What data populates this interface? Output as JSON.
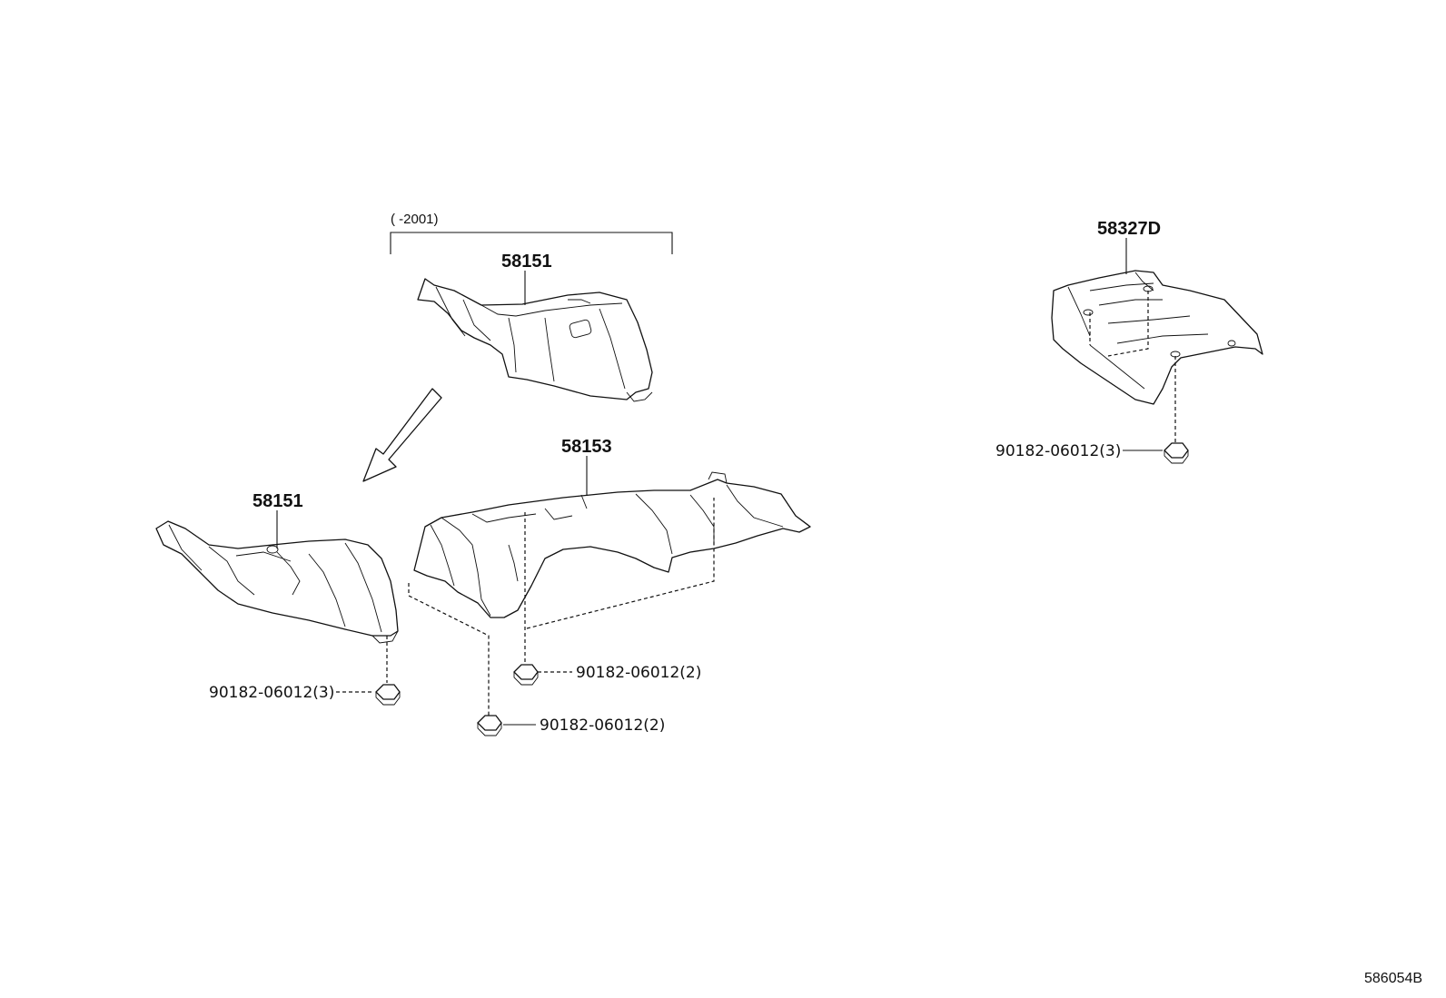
{
  "diagram": {
    "reference_code": "586054B",
    "year_bracket_label": "(      -2001)",
    "callouts": {
      "upper_58151": "58151",
      "lower_58151": "58151",
      "center_58153": "58153",
      "right_58327D": "58327D"
    },
    "fasteners": {
      "left_nut": "90182-06012(3)",
      "center_nut_upper": "90182-06012(2)",
      "center_nut_lower": "90182-06012(2)",
      "right_nut": "90182-06012(3)"
    }
  }
}
